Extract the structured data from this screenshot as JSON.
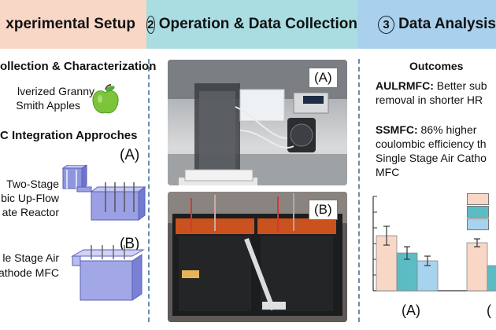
{
  "headers": {
    "h1": {
      "num": "",
      "title": "xperimental Setup"
    },
    "h2": {
      "num": "2",
      "title": "Operation & Data Collection"
    },
    "h3": {
      "num": "3",
      "title": "Data Analysis"
    }
  },
  "left": {
    "section1": "ollection & Characterization",
    "apple_line1": "lverized Granny",
    "apple_line2": "Smith Apples",
    "section2": "C Integration Approches",
    "label_a": "(A)",
    "a_line1": "Two-Stage",
    "a_line2": "bic Up-Flow",
    "a_line3": "ate Reactor",
    "label_b": "(B)",
    "b_line1": "le Stage Air",
    "b_line2": "athode MFC"
  },
  "middle": {
    "photo_a_label": "(A)",
    "photo_b_label": "(B)"
  },
  "right": {
    "outcomes": "Outcomes",
    "o1_bold": "AULRMFC:",
    "o1_rest": " Better sub",
    "o1_line2": "removal in shorter HR",
    "o2_bold": "SSMFC:",
    "o2_rest": " 86% higher",
    "o2_line2": "coulombic efficiency th",
    "o2_line3": "Single Stage Air Catho",
    "o2_line4": "MFC",
    "chart_label_a": "(A)",
    "chart_label_b": "("
  },
  "colors": {
    "salmon": "#f8d7c6",
    "teal": "#5bbcc4",
    "lightblue": "#a6d3ee",
    "divider": "#6a8fb0"
  },
  "chart_data": {
    "type": "bar",
    "categories": [
      "(A)",
      "("
    ],
    "series": [
      {
        "values": [
          70,
          61
        ],
        "errors": [
          12,
          5
        ],
        "color": "#f8d7c6"
      },
      {
        "values": [
          48,
          32
        ],
        "errors": [
          8,
          0
        ],
        "color": "#5bbcc4"
      },
      {
        "values": [
          38,
          null
        ],
        "errors": [
          6,
          0
        ],
        "color": "#a6d3ee"
      }
    ],
    "ylim": [
      0,
      120
    ],
    "ticks": 6
  }
}
